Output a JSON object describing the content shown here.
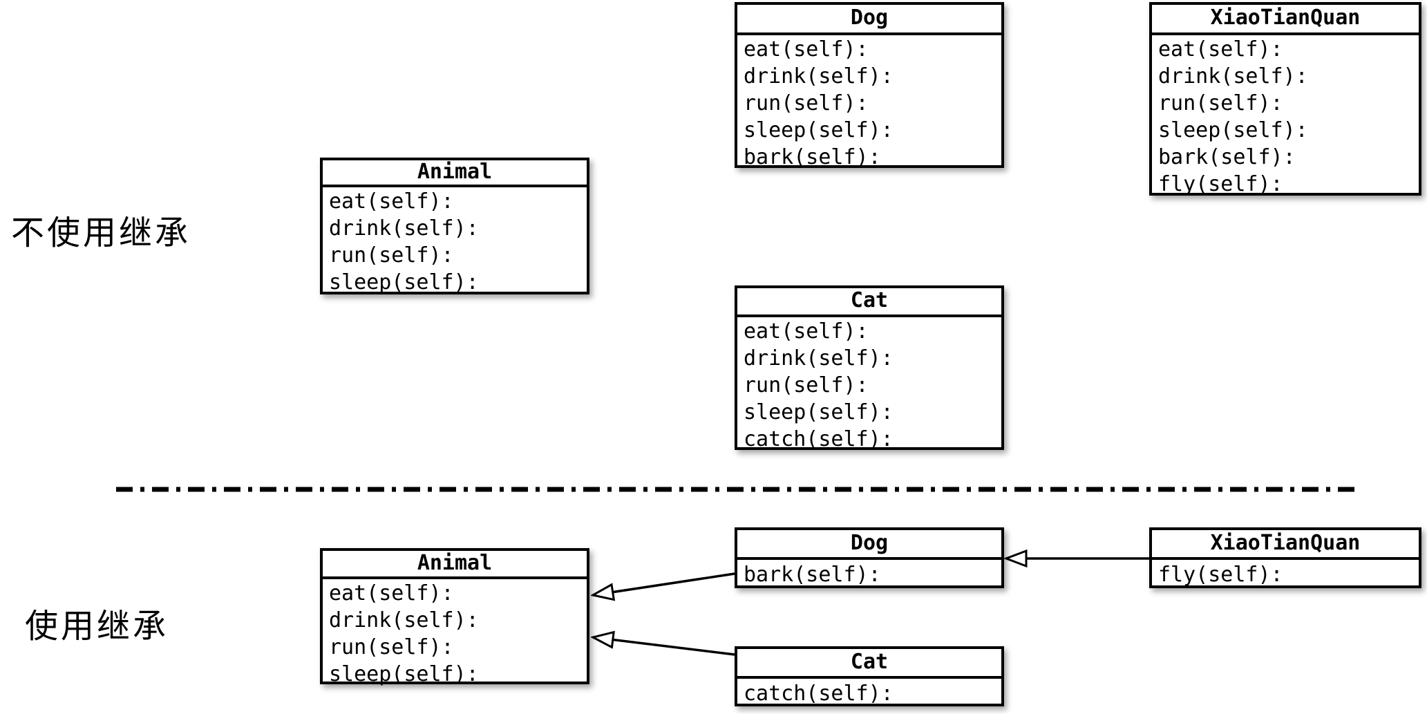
{
  "page": {
    "background": "#ffffff",
    "line_color": "#000000"
  },
  "sections": {
    "top": {
      "label": "不使用继承",
      "classes": [
        {
          "name": "Animal",
          "methods": [
            "eat(self):",
            "drink(self):",
            "run(self):",
            "sleep(self):"
          ]
        },
        {
          "name": "Dog",
          "methods": [
            "eat(self):",
            "drink(self):",
            "run(self):",
            "sleep(self):",
            "bark(self):"
          ]
        },
        {
          "name": "XiaoTianQuan",
          "methods": [
            "eat(self):",
            "drink(self):",
            "run(self):",
            "sleep(self):",
            "bark(self):",
            "fly(self):"
          ]
        },
        {
          "name": "Cat",
          "methods": [
            "eat(self):",
            "drink(self):",
            "run(self):",
            "sleep(self):",
            "catch(self):"
          ]
        }
      ]
    },
    "bottom": {
      "label": "使用继承",
      "classes": [
        {
          "name": "Animal",
          "methods": [
            "eat(self):",
            "drink(self):",
            "run(self):",
            "sleep(self):"
          ]
        },
        {
          "name": "Dog",
          "methods": [
            "bark(self):"
          ]
        },
        {
          "name": "XiaoTianQuan",
          "methods": [
            "fly(self):"
          ]
        },
        {
          "name": "Cat",
          "methods": [
            "catch(self):"
          ]
        }
      ],
      "inheritance": [
        {
          "from": "Dog",
          "to": "Animal"
        },
        {
          "from": "Cat",
          "to": "Animal"
        },
        {
          "from": "XiaoTianQuan",
          "to": "Dog"
        }
      ]
    }
  }
}
